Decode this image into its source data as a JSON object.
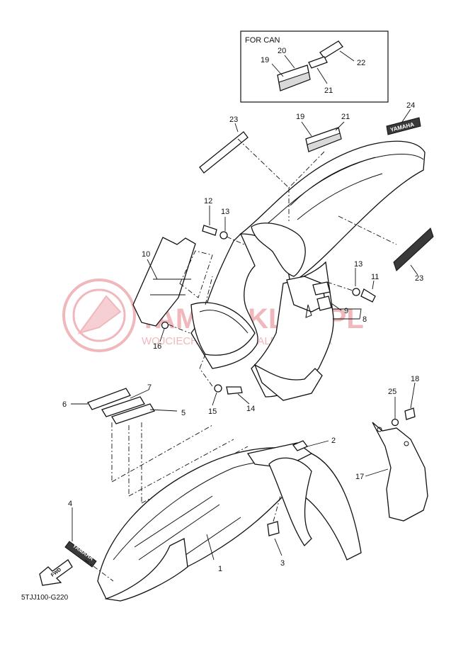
{
  "inset": {
    "title": "FOR CAN",
    "labels": [
      "19",
      "20",
      "21",
      "22"
    ]
  },
  "callouts": {
    "c1": "1",
    "c2": "2",
    "c3": "3",
    "c4": "4",
    "c5": "5",
    "c6": "6",
    "c7": "7",
    "c8": "8",
    "c9": "9",
    "c10": "10",
    "c11": "11",
    "c12": "12",
    "c13a": "13",
    "c13b": "13",
    "c14": "14",
    "c15": "15",
    "c16": "16",
    "c17": "17",
    "c18": "18",
    "c19": "19",
    "c21": "21",
    "c23a": "23",
    "c23b": "23",
    "c24": "24",
    "c25": "25"
  },
  "decals": {
    "yamaha_front": "YAMAHA",
    "yamaha_rear": "YAMAHA",
    "fwd": "FWD"
  },
  "watermark": {
    "main": "YAMA-SKLEP.PL",
    "sub": "WOJCIECHOWICZ I DEALER YAMAHA"
  },
  "footer": {
    "diagram_code": "5TJJ100-G220"
  },
  "colors": {
    "watermark": "#f0b8bc",
    "line": "#111111"
  }
}
